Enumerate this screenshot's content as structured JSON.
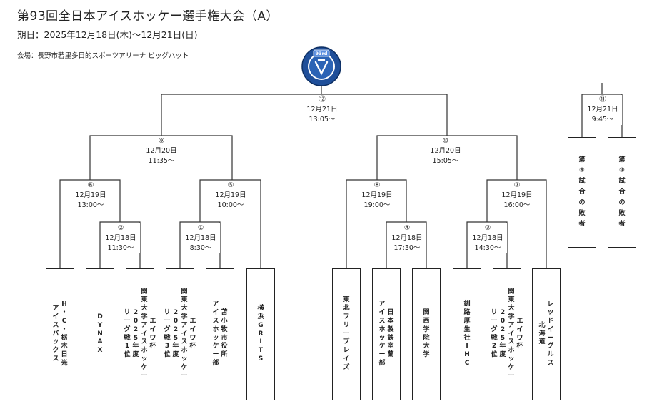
{
  "header": {
    "title": "第93回全日本アイスホッケー選手権大会（A）",
    "period": "期日：2025年12月18日(木)～12月21日(日)",
    "venue": "会場：長野市若里多目的スポーツアリーナ ビッグハット"
  },
  "logo": {
    "badge_text": "93rd"
  },
  "matches": [
    {
      "id": "m12",
      "num": "⑫",
      "date": "12月21日",
      "time": "13:05～"
    },
    {
      "id": "m11",
      "num": "⑪",
      "date": "12月21日",
      "time": "9:45～"
    },
    {
      "id": "m9",
      "num": "⑨",
      "date": "12月20日",
      "time": "11:35～"
    },
    {
      "id": "m10",
      "num": "⑩",
      "date": "12月20日",
      "time": "15:05～"
    },
    {
      "id": "m6",
      "num": "⑥",
      "date": "12月19日",
      "time": "13:00～"
    },
    {
      "id": "m5",
      "num": "⑤",
      "date": "12月19日",
      "time": "10:00～"
    },
    {
      "id": "m8",
      "num": "⑧",
      "date": "12月19日",
      "time": "19:00～"
    },
    {
      "id": "m7",
      "num": "⑦",
      "date": "12月19日",
      "time": "16:00～"
    },
    {
      "id": "m2",
      "num": "②",
      "date": "12月18日",
      "time": "11:30～"
    },
    {
      "id": "m1",
      "num": "①",
      "date": "12月18日",
      "time": "8:30～"
    },
    {
      "id": "m4",
      "num": "④",
      "date": "12月18日",
      "time": "17:30～"
    },
    {
      "id": "m3",
      "num": "③",
      "date": "12月18日",
      "time": "14:30～"
    }
  ],
  "teams": [
    {
      "id": "t1",
      "lines": [
        "H・C・栃木日光",
        "アイスバックス"
      ]
    },
    {
      "id": "t2",
      "lines": [
        "DYNAX"
      ]
    },
    {
      "id": "t3",
      "lines": [
        "エイワ杯",
        "関東大学アイスホッケー",
        "2025年度",
        "リーグ戦1位"
      ]
    },
    {
      "id": "t4",
      "lines": [
        "エイワ杯",
        "関東大学アイスホッケー",
        "2025年度",
        "リーグ戦3位"
      ]
    },
    {
      "id": "t5",
      "lines": [
        "苫小牧市役所",
        "アイスホッケー部"
      ]
    },
    {
      "id": "t6",
      "lines": [
        "横浜GRITS"
      ]
    },
    {
      "id": "t7",
      "lines": [
        "東北フリーブレイズ"
      ]
    },
    {
      "id": "t8",
      "lines": [
        "日本製鉄室蘭",
        "アイスホッケー部"
      ]
    },
    {
      "id": "t9",
      "lines": [
        "関西学院大学"
      ]
    },
    {
      "id": "t10",
      "lines": [
        "釧路厚生社IHC"
      ]
    },
    {
      "id": "t11",
      "lines": [
        "エイワ杯",
        "関東大学アイスホッケー",
        "2025年度",
        "リーグ戦2位"
      ]
    },
    {
      "id": "t12",
      "lines": [
        "レッドイーグルス",
        "北海道"
      ]
    }
  ],
  "losers": [
    {
      "id": "l9",
      "lines": [
        "第⑨試合の敗者"
      ]
    },
    {
      "id": "l10",
      "lines": [
        "第⑩試合の敗者"
      ]
    }
  ]
}
